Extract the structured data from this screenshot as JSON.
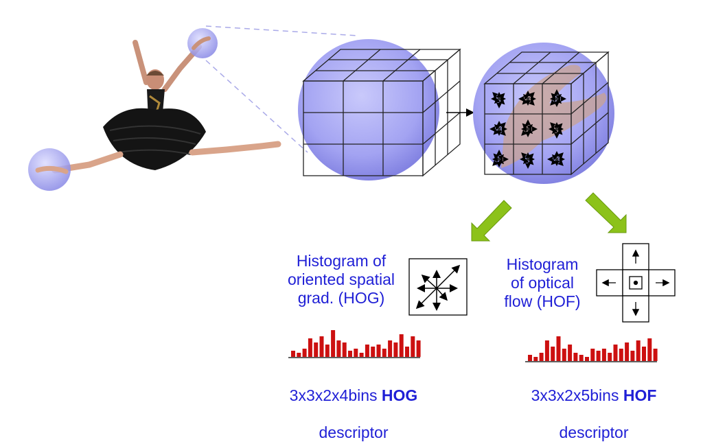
{
  "hog_label": "Histogram of\noriented spatial\ngrad. (HOG)",
  "hof_label": "Histogram\nof optical\nflow (HOF)",
  "hog_descriptor": {
    "prefix": "3x3x2x4bins ",
    "bold": "HOG",
    "line2": "descriptor"
  },
  "hof_descriptor": {
    "prefix": "3x3x2x5bins ",
    "bold": "HOF",
    "line2": "descriptor"
  },
  "colors": {
    "label_blue": "#1f1fd6",
    "bar_red": "#cc1010",
    "sphere": "#9a9af0",
    "arrow_green": "#8cc21a"
  },
  "icons": [
    "dancer-figure",
    "space-time-cube",
    "hog-gradient-icon",
    "hof-flow-icon",
    "green-down-arrow"
  ],
  "hog_histogram": [
    3,
    2,
    4,
    9,
    7,
    10,
    6,
    13,
    8,
    7,
    3,
    4,
    2,
    6,
    5,
    6,
    4,
    8,
    7,
    11,
    5,
    10,
    8
  ],
  "hof_histogram": [
    3,
    2,
    4,
    10,
    7,
    12,
    6,
    8,
    4,
    3,
    2,
    6,
    5,
    6,
    4,
    8,
    6,
    9,
    5,
    10,
    7,
    11,
    6
  ]
}
